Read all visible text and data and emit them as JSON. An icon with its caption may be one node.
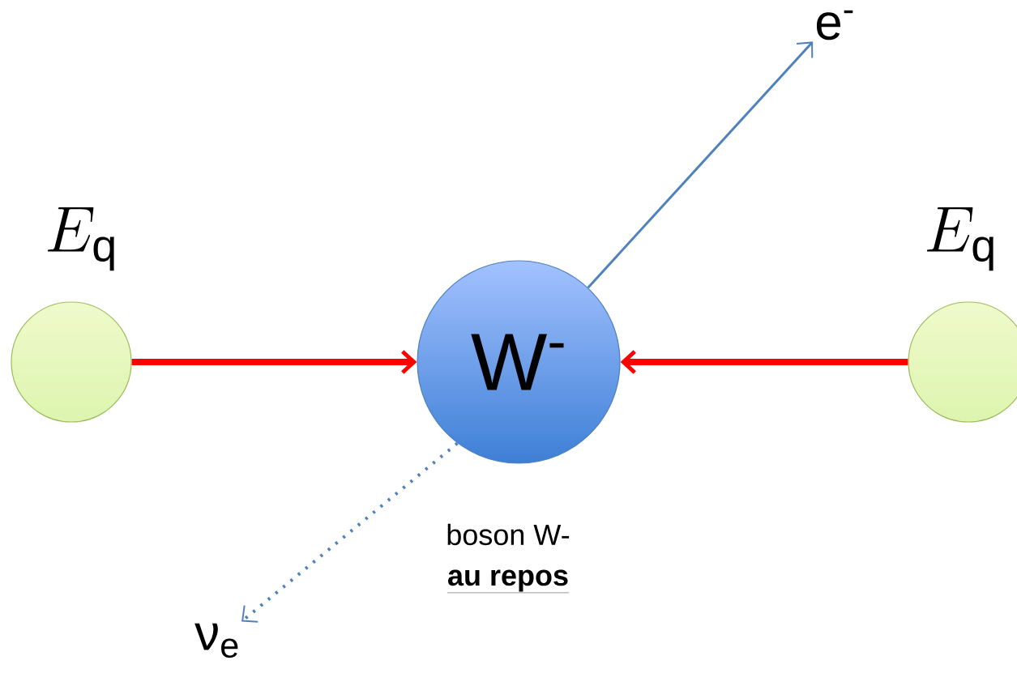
{
  "diagram": {
    "nodes": [
      {
        "text": [
          "E_{\\mathrm{q}}"
        ]
      },
      {
        "text": [
          "E_{\\mathrm{q}}"
        ]
      },
      {
        "text": [
          "W$^{-}$"
        ],
        "beside": [
          "boson W-",
          "au repos"
        ]
      },
      {
        "text": [
          "e$^{-}$"
        ]
      },
      {
        "text": [
          "ν$_{e}$"
        ]
      }
    ],
    "edges": [
      {
        "from": 0,
        "to": 2,
        "arrow": "to",
        "style": "thick",
        "color": "#ff0000"
      },
      {
        "from": 1,
        "to": 2,
        "arrow": "to",
        "style": "thick",
        "color": "#ff0000"
      },
      {
        "from": 2,
        "to": 3,
        "arrow": "to",
        "color": "#4f81bd"
      },
      {
        "from": 2,
        "to": 4,
        "arrow": "to",
        "style": "dashed",
        "color": "#4f81bd"
      }
    ]
  }
}
